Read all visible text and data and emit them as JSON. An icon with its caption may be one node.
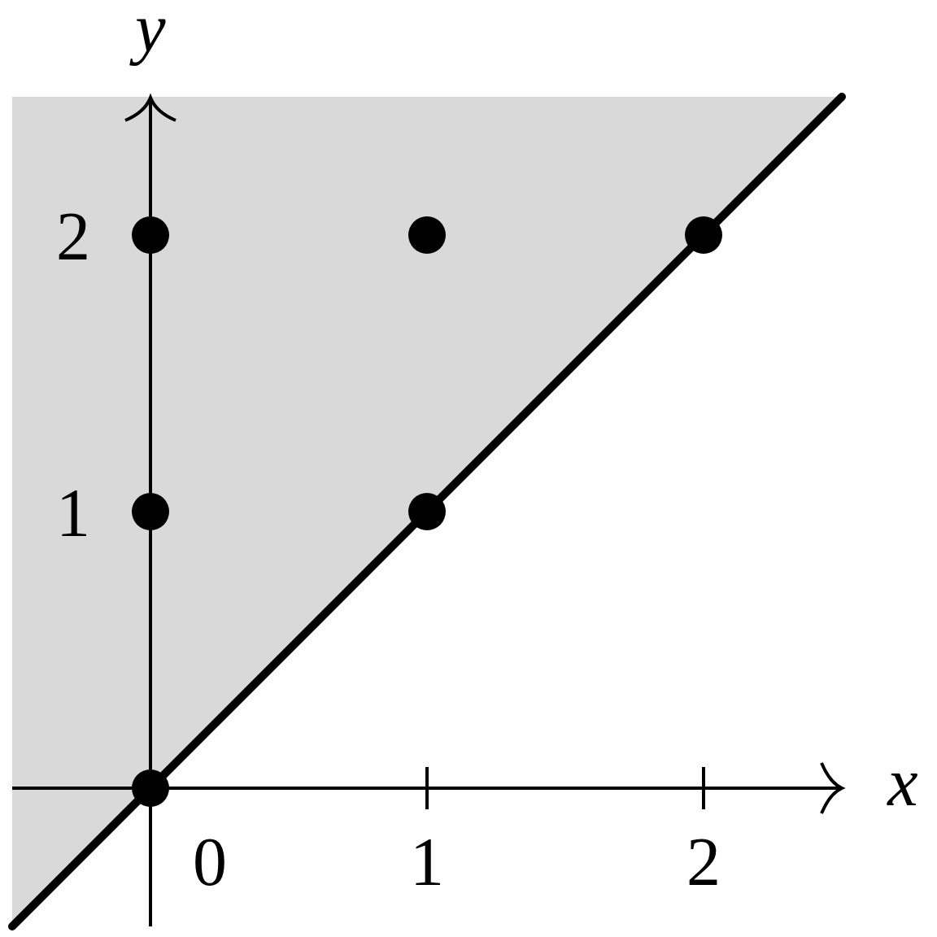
{
  "diagram": {
    "labels": [
      "0"
    ],
    "chart_data": {
      "type": "scatter",
      "xlabel": "x",
      "ylabel": "y",
      "xlim": [
        -0.5,
        2.5
      ],
      "ylim": [
        -0.5,
        2.5
      ],
      "xticks": [
        1,
        2
      ],
      "yticks": [
        1,
        2
      ],
      "series": [
        {
          "type": "scatter",
          "color": "#000000",
          "x": [
            0,
            0,
            0,
            1,
            1,
            2
          ],
          "values": [
            0,
            1,
            2,
            1,
            2,
            2
          ]
        },
        {
          "type": "line",
          "color": "#000000",
          "x": [
            -0.5,
            2.5
          ],
          "values": [
            -0.5,
            2.5
          ]
        }
      ]
    }
  }
}
